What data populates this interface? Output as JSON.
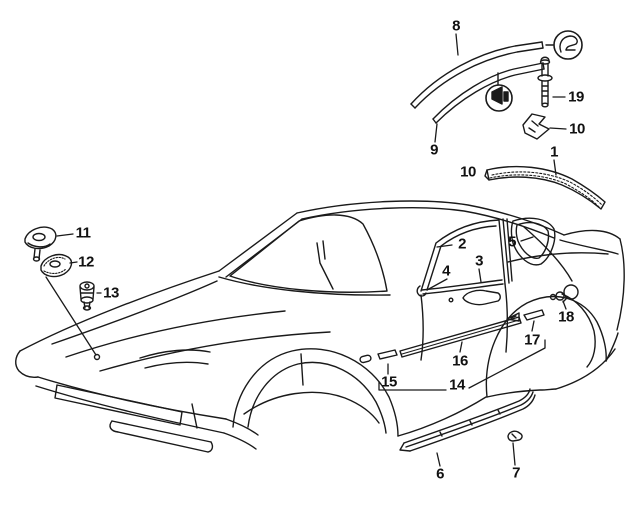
{
  "diagram": {
    "background_color": "#ffffff",
    "line_color": "#1a1a1a"
  },
  "callouts": {
    "c1": {
      "label": "1"
    },
    "c2": {
      "label": "2"
    },
    "c3": {
      "label": "3"
    },
    "c4": {
      "label": "4"
    },
    "c5": {
      "label": "5"
    },
    "c6": {
      "label": "6"
    },
    "c7": {
      "label": "7"
    },
    "c8": {
      "label": "8"
    },
    "c9": {
      "label": "9"
    },
    "c10a": {
      "label": "10"
    },
    "c10b": {
      "label": "10"
    },
    "c11": {
      "label": "11"
    },
    "c12": {
      "label": "12"
    },
    "c13": {
      "label": "13"
    },
    "c14": {
      "label": "14"
    },
    "c15": {
      "label": "15"
    },
    "c16": {
      "label": "16"
    },
    "c17": {
      "label": "17"
    },
    "c18": {
      "label": "18"
    },
    "c19": {
      "label": "19"
    }
  }
}
